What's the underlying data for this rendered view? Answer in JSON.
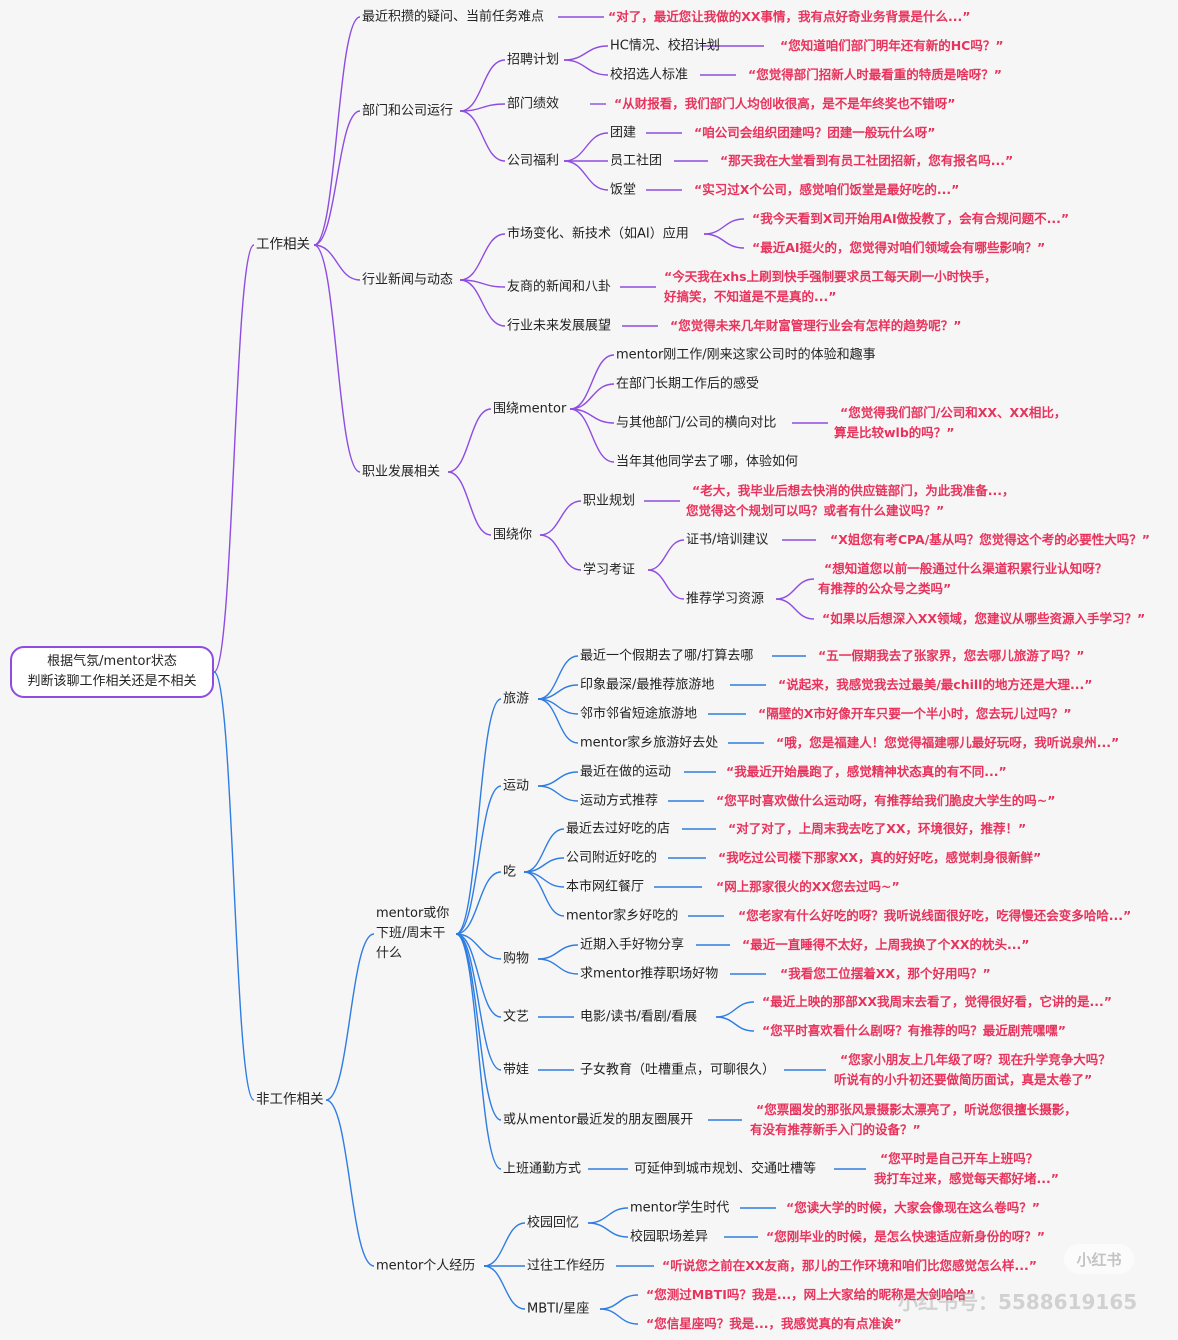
{
  "colors": {
    "work_branch": "#8f4ce0",
    "nonwork_branch": "#2f7de1",
    "quote_text": "#e8345c",
    "node_text": "#222222"
  },
  "root": {
    "line1": "根据气氛/mentor状态",
    "line2": "判断该聊工作相关还是不相关"
  },
  "work": {
    "label": "工作相关",
    "recent_questions": {
      "label": "最近积攒的疑问、当前任务难点",
      "quote": "“对了，最近您让我做的XX事情，我有点好奇业务背景是什么...”"
    },
    "dept_ops": {
      "label": "部门和公司运行",
      "recruit": {
        "label": "招聘计划",
        "hc": {
          "label": "HC情况、校招计划",
          "quote": "“您知道咱们部门明年还有新的HC吗？”"
        },
        "standard": {
          "label": "校招选人标准",
          "quote": "“您觉得部门招新人时最看重的特质是啥呀？”"
        }
      },
      "performance": {
        "label": "部门绩效",
        "quote": "“从财报看，我们部门人均创收很高，是不是年终奖也不错呀”"
      },
      "welfare": {
        "label": "公司福利",
        "teambuild": {
          "label": "团建",
          "quote": "“咱公司会组织团建吗？团建一般玩什么呀”"
        },
        "clubs": {
          "label": "员工社团",
          "quote": "“那天我在大堂看到有员工社团招新，您有报名吗...”"
        },
        "canteen": {
          "label": "饭堂",
          "quote": "“实习过X个公司，感觉咱们饭堂是最好吃的...”"
        }
      }
    },
    "industry": {
      "label": "行业新闻与动态",
      "tech": {
        "label": "市场变化、新技术（如AI）应用",
        "quote1": "“我今天看到X司开始用AI做投教了，会有合规问题不...”",
        "quote2": "“最近AI挺火的，您觉得对咱们领域会有哪些影响？”"
      },
      "rivals": {
        "label": "友商的新闻和八卦",
        "quote_line1": "“今天我在xhs上刷到快手强制要求员工每天刷一小时快手，",
        "quote_line2": "好搞笑，不知道是不是真的...”"
      },
      "future": {
        "label": "行业未来发展展望",
        "quote": "“您觉得未来几年财富管理行业会有怎样的趋势呢？”"
      }
    },
    "career": {
      "label": "职业发展相关",
      "mentor": {
        "label": "围绕mentor",
        "item1": "mentor刚工作/刚来这家公司时的体验和趣事",
        "item2": "在部门长期工作后的感受",
        "item3": {
          "label": "与其他部门/公司的横向对比",
          "quote_line1": "“您觉得我们部门/公司和XX、XX相比，",
          "quote_line2": "算是比较wlb的吗？”"
        },
        "item4": "当年其他同学去了哪，体验如何"
      },
      "you": {
        "label": "围绕你",
        "plan": {
          "label": "职业规划",
          "quote_line1": "“老大，我毕业后想去快消的供应链部门，为此我准备...，",
          "quote_line2": "您觉得这个规划可以吗？或者有什么建议吗？”"
        },
        "study": {
          "label": "学习考证",
          "cert": {
            "label": "证书/培训建议",
            "quote": "“X姐您有考CPA/基从吗？您觉得这个考的必要性大吗？”"
          },
          "resources": {
            "label": "推荐学习资源",
            "quote1_line1": "“想知道您以前一般通过什么渠道积累行业认知呀？",
            "quote1_line2": "有推荐的公众号之类吗”",
            "quote2": "“如果以后想深入XX领域，您建议从哪些资源入手学习？”"
          }
        }
      }
    }
  },
  "nonwork": {
    "label": "非工作相关",
    "afterwork": {
      "label_line1": "mentor或你",
      "label_line2": "下班/周末干",
      "label_line3": "什么",
      "travel": {
        "label": "旅游",
        "items": [
          {
            "label": "最近一个假期去了哪/打算去哪",
            "quote": "“五一假期我去了张家界，您去哪儿旅游了吗？”"
          },
          {
            "label": "印象最深/最推荐旅游地",
            "quote": "“说起来，我感觉我去过最美/最chill的地方还是大理...”"
          },
          {
            "label": "邻市邻省短途旅游地",
            "quote": "“隔壁的X市好像开车只要一个半小时，您去玩儿过吗？”"
          },
          {
            "label": "mentor家乡旅游好去处",
            "quote": "“哦，您是福建人！您觉得福建哪儿最好玩呀，我听说泉州...”"
          }
        ]
      },
      "sports": {
        "label": "运动",
        "items": [
          {
            "label": "最近在做的运动",
            "quote": "“我最近开始晨跑了，感觉精神状态真的有不同...”"
          },
          {
            "label": "运动方式推荐",
            "quote": "“您平时喜欢做什么运动呀，有推荐给我们脆皮大学生的吗~”"
          }
        ]
      },
      "food": {
        "label": "吃",
        "items": [
          {
            "label": "最近去过好吃的店",
            "quote": "“对了对了，上周末我去吃了XX，环境很好，推荐！”"
          },
          {
            "label": "公司附近好吃的",
            "quote": "“我吃过公司楼下那家XX，真的好好吃，感觉刺身很新鲜”"
          },
          {
            "label": "本市网红餐厅",
            "quote": "“网上那家很火的XX您去过吗~”"
          },
          {
            "label": "mentor家乡好吃的",
            "quote": "“您老家有什么好吃的呀？我听说线面很好吃，吃得慢还会变多哈哈...”"
          }
        ]
      },
      "shopping": {
        "label": "购物",
        "items": [
          {
            "label": "近期入手好物分享",
            "quote": "“最近一直睡得不太好，上周我换了个XX的枕头...”"
          },
          {
            "label": "求mentor推荐职场好物",
            "quote": "“我看您工位摆着XX，那个好用吗？”"
          }
        ]
      },
      "arts": {
        "label": "文艺",
        "item": {
          "label": "电影/读书/看剧/看展",
          "quote1": "“最近上映的那部XX我周末去看了，觉得很好看，它讲的是...”",
          "quote2": "“您平时喜欢看什么剧呀？有推荐的吗？最近剧荒嘿嘿”"
        }
      },
      "kids": {
        "label": "带娃",
        "item": {
          "label": "子女教育（吐槽重点，可聊很久）",
          "quote_line1": "“您家小朋友上几年级了呀？现在升学竞争大吗？",
          "quote_line2": "听说有的小升初还要做简历面试，真是太卷了”"
        }
      },
      "moments": {
        "label": "或从mentor最近发的朋友圈展开",
        "quote_line1": "“您票圈发的那张风景摄影太漂亮了，听说您很擅长摄影，",
        "quote_line2": "有没有推荐新手入门的设备？”"
      },
      "commute": {
        "label": "上班通勤方式",
        "item": {
          "label": "可延伸到城市规划、交通吐槽等",
          "quote_line1": "“您平时是自己开车上班吗？",
          "quote_line2": "我打车过来，感觉每天都好堵...”"
        }
      }
    },
    "mentor_exp": {
      "label": "mentor个人经历",
      "campus": {
        "label": "校园回忆",
        "student": {
          "label": "mentor学生时代",
          "quote": "“您读大学的时候，大家会像现在这么卷吗？”"
        },
        "gap": {
          "label": "校园职场差异",
          "quote": "“您刚毕业的时候，是怎么快速适应新身份的呀？”"
        }
      },
      "past_work": {
        "label": "过往工作经历",
        "quote": "“听说您之前在XX友商，那儿的工作环境和咱们比您感觉怎么样...”"
      },
      "mbti": {
        "label": "MBTI/星座",
        "quote1": "“您测过MBTI吗？我是...，网上大家给的昵称是大剑哈哈”",
        "quote2": "“您信星座吗？我是...，我感觉真的有点准诶”"
      }
    }
  },
  "watermark": {
    "brand": "小红书",
    "id": "小红书号：5588619165"
  }
}
